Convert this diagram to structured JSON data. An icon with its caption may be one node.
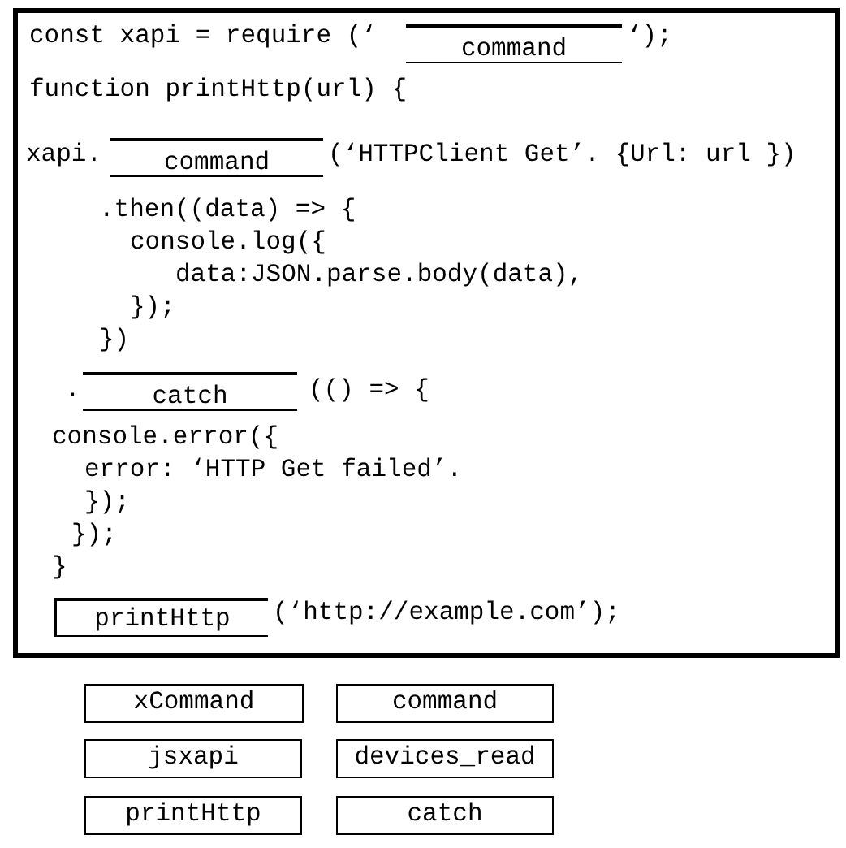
{
  "diagram": {
    "nodes": [
      {
        "text": [
          "command"
        ]
      },
      {
        "text": [
          "command"
        ]
      },
      {
        "text": [
          "catch"
        ]
      },
      {
        "text": [
          "printHttp"
        ]
      },
      {
        "text": [
          "xCommand"
        ]
      },
      {
        "text": [
          "command"
        ]
      },
      {
        "text": [
          "jsxapi"
        ]
      },
      {
        "text": [
          "devices_read"
        ]
      },
      {
        "text": [
          "printHttp"
        ]
      },
      {
        "text": [
          "catch"
        ]
      }
    ],
    "edges": [],
    "labels": [
      "const xapi = require (‘",
      "‘);",
      "function printHttp(url) {",
      "xapi.",
      "(‘HTTPClient Get’. {Url: url })",
      ".then((data) => {",
      "console.log({",
      "data:JSON.parse.body(data),",
      "});",
      "})",
      ".",
      "(() => {",
      "console.error({",
      "error: ‘HTTP Get failed’.",
      "});",
      "});",
      "}",
      "(‘http://example.com’);"
    ]
  }
}
